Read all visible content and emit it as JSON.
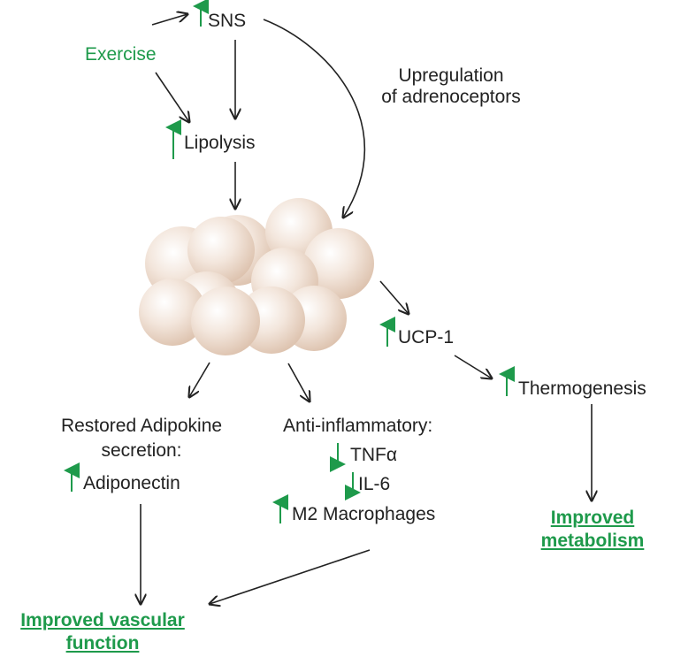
{
  "colors": {
    "green": "#1e9a4b",
    "text": "#222222",
    "cell": "#ecd6c4"
  },
  "labels": {
    "exercise": "Exercise",
    "sns": "SNS",
    "lipolysis": "Lipolysis",
    "upregulation_line1": "Upregulation",
    "upregulation_line2": "of adrenoceptors",
    "ucp1": "UCP-1",
    "thermogenesis": "Thermogenesis",
    "adipokine_line1": "Restored Adipokine",
    "adipokine_line2": "secretion:",
    "adiponectin": "Adiponectin",
    "anti_inflammatory": "Anti-inflammatory:",
    "tnfa": "TNFα",
    "il6": "IL-6",
    "m2": "M2 Macrophages",
    "improved_metabolism_line1": "Improved",
    "improved_metabolism_line2": "metabolism",
    "improved_vascular_line1": "Improved vascular",
    "improved_vascular_line2": "function"
  },
  "indicators": {
    "sns": "up-arrow-icon",
    "lipolysis": "up-arrow-icon",
    "ucp1": "up-arrow-icon",
    "thermogenesis": "up-arrow-icon",
    "adiponectin": "up-arrow-icon",
    "tnfa": "down-arrow-icon",
    "il6": "down-arrow-icon",
    "m2": "up-arrow-icon"
  }
}
